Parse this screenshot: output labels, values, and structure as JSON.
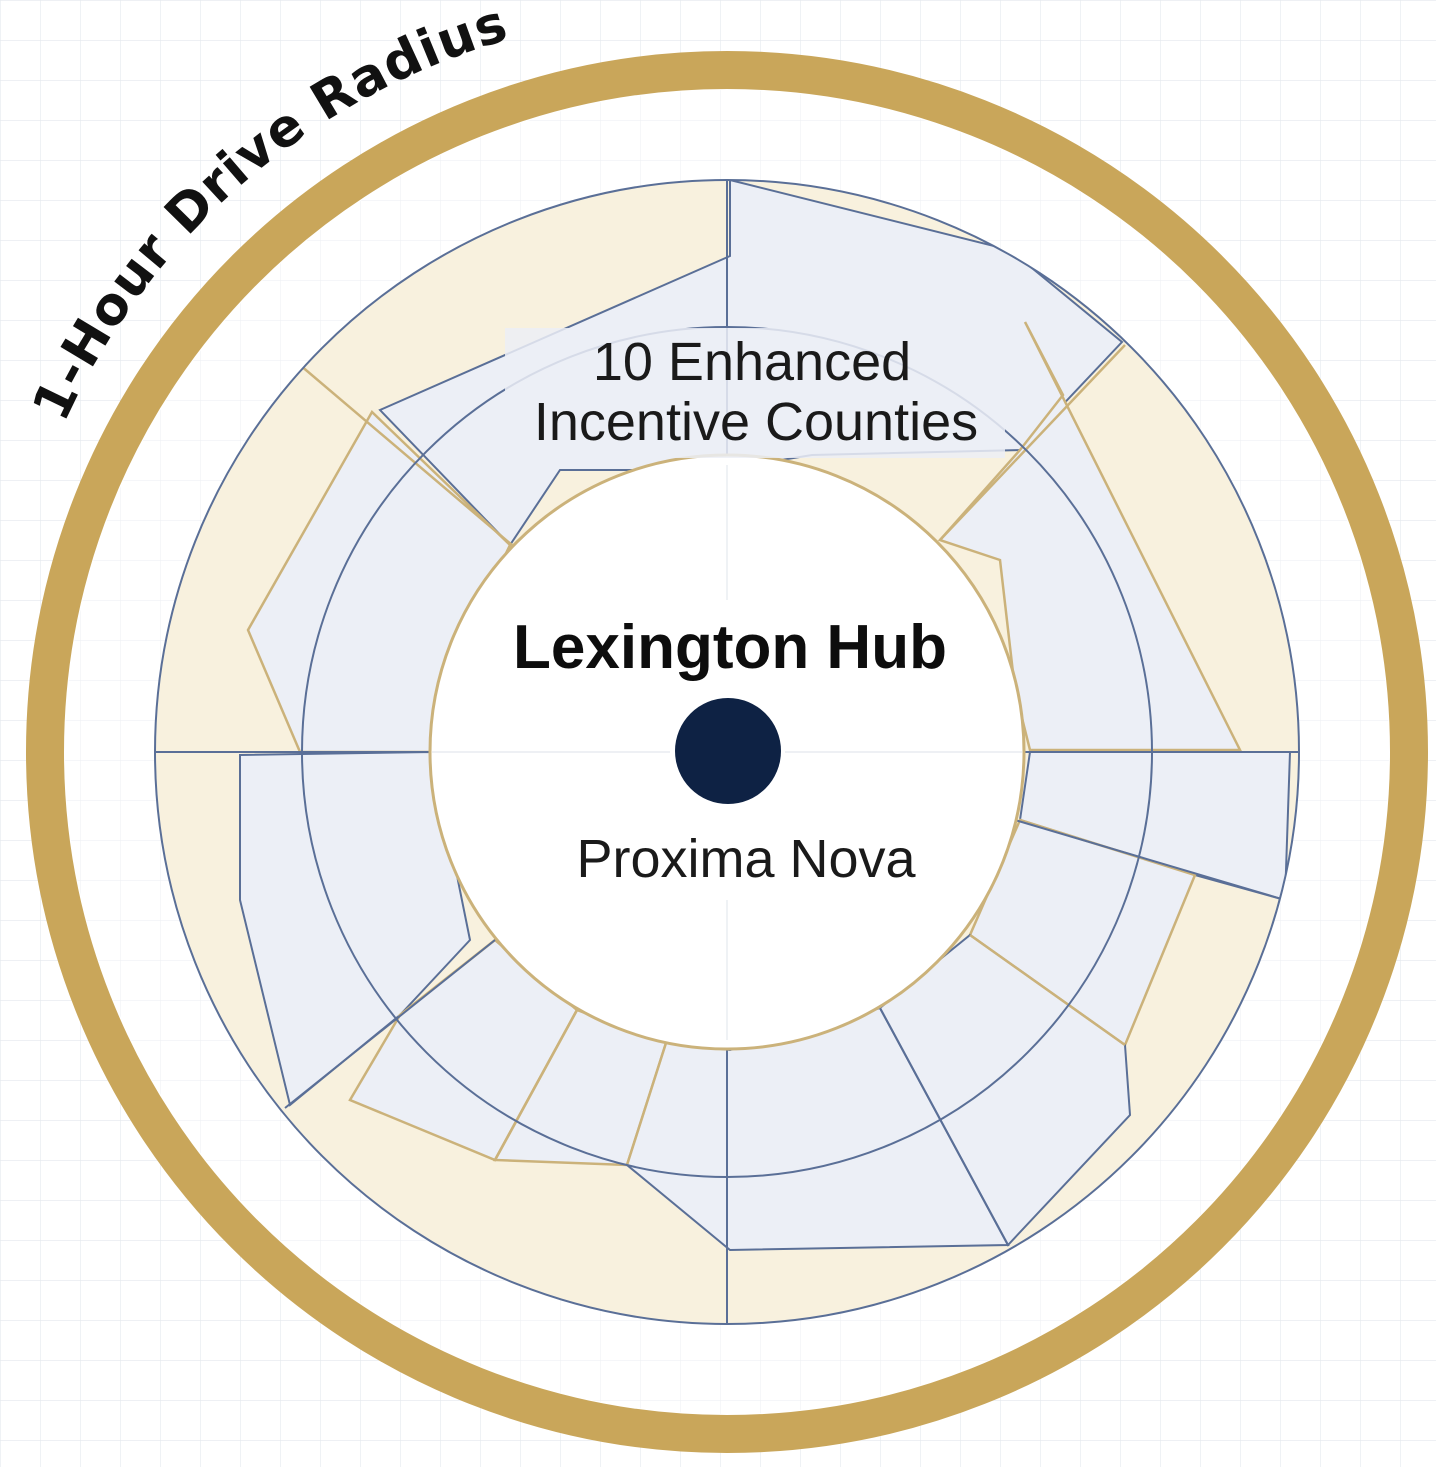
{
  "radius_label": "1-Hour Drive Radius",
  "zone_label": {
    "line1": "10 Enhanced",
    "line2": "Incentive Counties"
  },
  "hub": {
    "title": "Lexington Hub",
    "subtitle": "Proxima Nova",
    "marker_color": "#0e2244"
  },
  "colors": {
    "ring_gold": "#c9a65a",
    "county_fill_cream": "#f8f1de",
    "county_fill_blue": "#eceff6",
    "boundary_navy": "#5a6f97",
    "boundary_gold": "#cbb27a",
    "grid": "#e4e8ee"
  }
}
